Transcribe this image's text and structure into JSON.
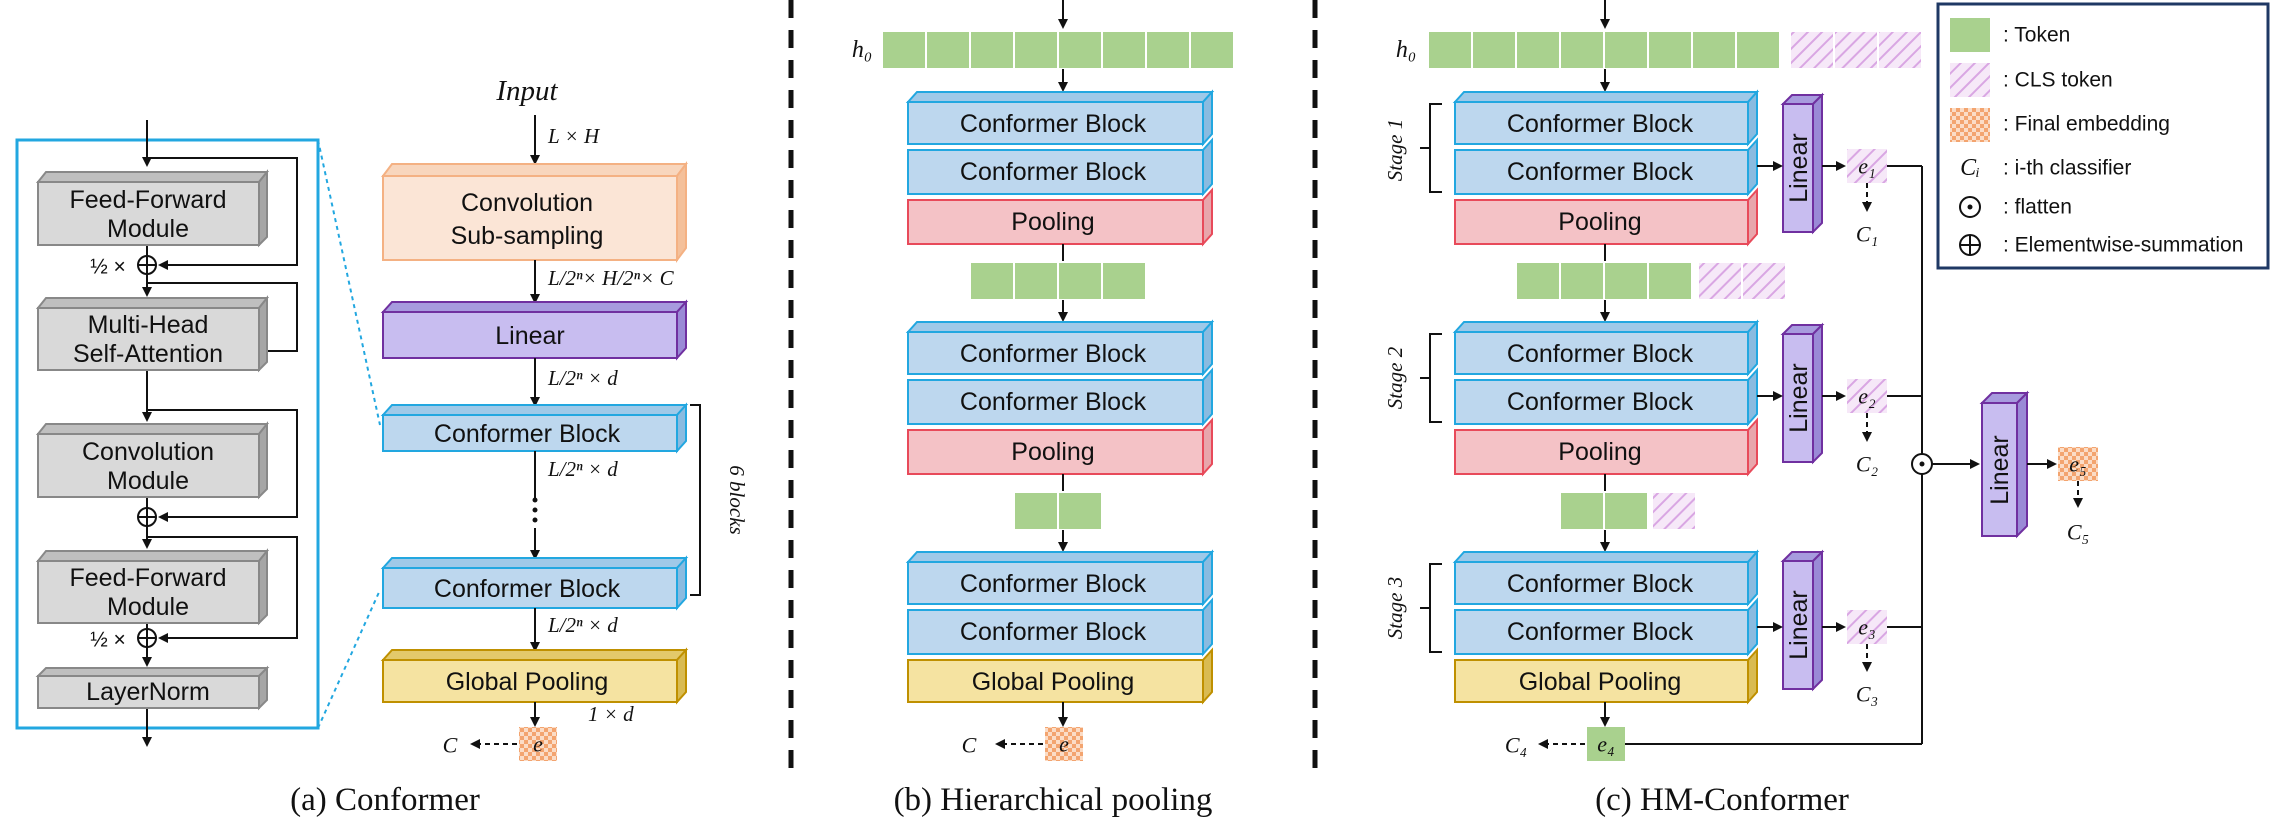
{
  "captions": {
    "a": "(a) Conformer",
    "b": "(b) Hierarchical pooling",
    "c": "(c) HM-Conformer"
  },
  "conformer_detail": {
    "ff_module_1": [
      "Feed-Forward",
      "Module"
    ],
    "mhsa": [
      "Multi-Head",
      "Self-Attention"
    ],
    "conv_module": [
      "Convolution",
      "Module"
    ],
    "ff_module_2": [
      "Feed-Forward",
      "Module"
    ],
    "layernorm": "LayerNorm",
    "half_factor": "½ ×"
  },
  "conformer": {
    "input": "Input",
    "conv_subsampling": [
      "Convolution",
      "Sub-sampling"
    ],
    "linear": "Linear",
    "conformer_block": "Conformer Block",
    "global_pooling": "Global Pooling",
    "six_blocks": "6 blocks",
    "dims": {
      "input": "L × H",
      "after_subsampling": "L/2ⁿ× H/2ⁿ× C",
      "after_linear": "L/2ⁿ × d",
      "between_blocks": "L/2ⁿ × d",
      "after_blocks": "L/2ⁿ × d",
      "pooled": "1 × d"
    },
    "embedding": "e",
    "classifier": "C"
  },
  "hier_pooling": {
    "h0": "h₀",
    "conformer_block": "Conformer Block",
    "pooling": "Pooling",
    "global_pooling": "Global Pooling",
    "embedding": "e",
    "classifier": "C"
  },
  "hm_conformer": {
    "h0": "h₀",
    "stage_1": "Stage 1",
    "stage_2": "Stage 2",
    "stage_3": "Stage 3",
    "conformer_block": "Conformer Block",
    "pooling": "Pooling",
    "global_pooling": "Global Pooling",
    "linear": "Linear",
    "embeddings": [
      "e₁",
      "e₂",
      "e₃",
      "e₄",
      "e₅"
    ],
    "classifiers": [
      "C₁",
      "C₂",
      "C₃",
      "C₄",
      "C₅"
    ]
  },
  "legend": {
    "token": ": Token",
    "cls_token": ": CLS token",
    "final_embedding": ": Final embedding",
    "classifier_sym": "Cᵢ",
    "classifier": ": i-th classifier",
    "flatten": ": flatten",
    "elementwise_sum": ": Elementwise-summation"
  },
  "colors": {
    "token": "#a9d18e",
    "cls_token": "#e9c6ef",
    "final_embedding": "#f8cbad",
    "conv_subsampling": "#fbe5d6",
    "linear": "#c8bdf0",
    "conformer_block": "#bdd7ee",
    "pooling": "#f4c2c6",
    "global_pooling": "#f5e3a1",
    "module_gray": "#d9d9d9",
    "highlight": "#22a7e0"
  }
}
